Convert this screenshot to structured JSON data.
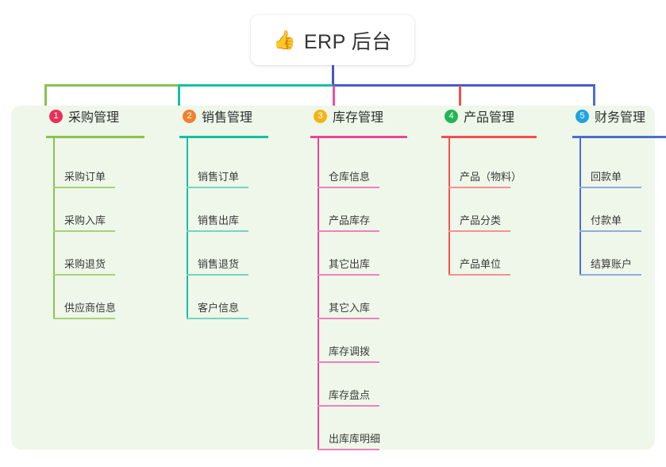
{
  "root": {
    "icon": "thumbs-up-icon",
    "emoji": "👍",
    "title": "ERP 后台"
  },
  "palette": {
    "panel_bg": "#eef7e9",
    "page_bg": "#ffffff",
    "root_stem": "#4455c4",
    "bus_left": "#8cc152",
    "bus_mid": "#17bfa3",
    "bus_right": "#4d5ac9"
  },
  "columns": [
    {
      "id": "purchase",
      "index": "1",
      "title": "采购管理",
      "badge_color": "#e8305a",
      "line_color": "#8cc152",
      "item_line_color": "#a9d177",
      "drop_color": "#8cc152",
      "items": [
        "采购订单",
        "采购入库",
        "采购退货",
        "供应商信息"
      ]
    },
    {
      "id": "sales",
      "index": "2",
      "title": "销售管理",
      "badge_color": "#f08230",
      "line_color": "#17bfa3",
      "item_line_color": "#74d4c4",
      "drop_color": "#17bfa3",
      "items": [
        "销售订单",
        "销售出库",
        "销售退货",
        "客户信息"
      ]
    },
    {
      "id": "inventory",
      "index": "3",
      "title": "库存管理",
      "badge_color": "#f2b518",
      "line_color": "#e8469b",
      "item_line_color": "#ec82bb",
      "drop_color": "#ec4f9e",
      "items": [
        "仓库信息",
        "产品库存",
        "其它出库",
        "其它入库",
        "库存调拨",
        "库存盘点",
        "出库库明细"
      ]
    },
    {
      "id": "product",
      "index": "4",
      "title": "产品管理",
      "badge_color": "#22b455",
      "line_color": "#f2504f",
      "item_line_color": "#f59191",
      "drop_color": "#f2504f",
      "items": [
        "产品（物料）",
        "产品分类",
        "产品单位"
      ]
    },
    {
      "id": "finance",
      "index": "5",
      "title": "财务管理",
      "badge_color": "#21a3e0",
      "line_color": "#4d6fc9",
      "item_line_color": "#93aadf",
      "drop_color": "#4d6fc9",
      "items": [
        "回款单",
        "付款单",
        "结算账户"
      ]
    }
  ],
  "layout": {
    "column_x": [
      22,
      190,
      355,
      520,
      685
    ],
    "rule_widths": [
      124,
      112,
      122,
      120,
      120
    ],
    "item_top_start": 62,
    "item_step": 55,
    "item_height": 42
  }
}
